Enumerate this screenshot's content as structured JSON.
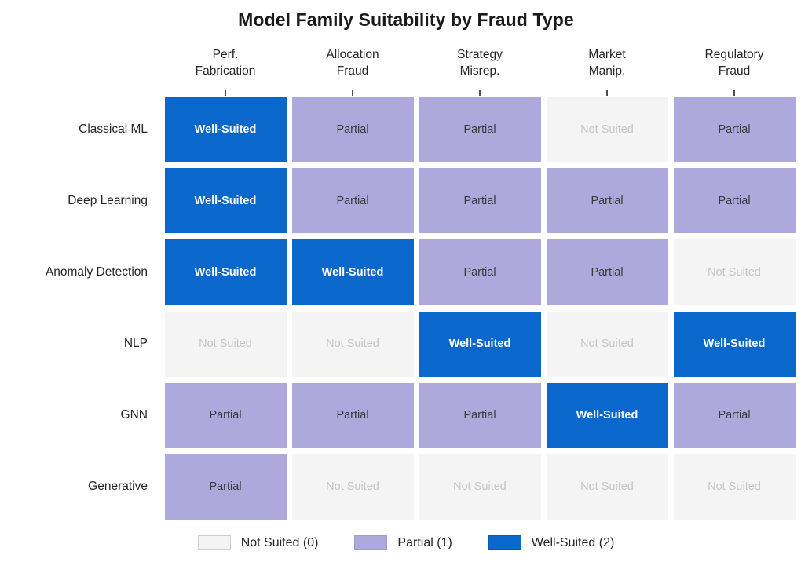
{
  "chart_data": {
    "type": "heatmap",
    "title": "Model Family Suitability by Fraud Type",
    "xlabel": "",
    "ylabel": "",
    "grid": false,
    "legend_position": "bottom",
    "categories": [
      "Perf. Fabrication",
      "Allocation Fraud",
      "Strategy Misrep.",
      "Market Manip.",
      "Regulatory Fraud"
    ],
    "category_lines": [
      [
        "Perf.",
        "Fabrication"
      ],
      [
        "Allocation",
        "Fraud"
      ],
      [
        "Strategy",
        "Misrep."
      ],
      [
        "Market",
        "Manip."
      ],
      [
        "Regulatory",
        "Fraud"
      ]
    ],
    "rows": [
      "Classical ML",
      "Deep Learning",
      "Anomaly Detection",
      "NLP",
      "GNN",
      "Generative"
    ],
    "values": [
      [
        2,
        1,
        1,
        0,
        1
      ],
      [
        2,
        1,
        1,
        1,
        1
      ],
      [
        2,
        2,
        1,
        1,
        0
      ],
      [
        0,
        0,
        2,
        0,
        2
      ],
      [
        1,
        1,
        1,
        2,
        1
      ],
      [
        1,
        0,
        0,
        0,
        0
      ]
    ],
    "cell_labels": [
      [
        "Well-Suited",
        "Partial",
        "Partial",
        "Not Suited",
        "Partial"
      ],
      [
        "Well-Suited",
        "Partial",
        "Partial",
        "Partial",
        "Partial"
      ],
      [
        "Well-Suited",
        "Well-Suited",
        "Partial",
        "Partial",
        "Not Suited"
      ],
      [
        "Not Suited",
        "Not Suited",
        "Well-Suited",
        "Not Suited",
        "Well-Suited"
      ],
      [
        "Partial",
        "Partial",
        "Partial",
        "Well-Suited",
        "Partial"
      ],
      [
        "Partial",
        "Not Suited",
        "Not Suited",
        "Not Suited",
        "Not Suited"
      ]
    ],
    "value_scale": [
      {
        "value": 0,
        "name": "Not Suited",
        "label": "Not Suited (0)",
        "color": "#f4f4f4"
      },
      {
        "value": 1,
        "name": "Partial",
        "label": "Partial (1)",
        "color": "#aea9dd"
      },
      {
        "value": 2,
        "name": "Well-Suited",
        "label": "Well-Suited (2)",
        "color": "#0a67cc"
      }
    ]
  },
  "legend": {
    "items": [
      {
        "label": "Not Suited (0)"
      },
      {
        "label": "Partial (1)"
      },
      {
        "label": "Well-Suited (2)"
      }
    ]
  }
}
